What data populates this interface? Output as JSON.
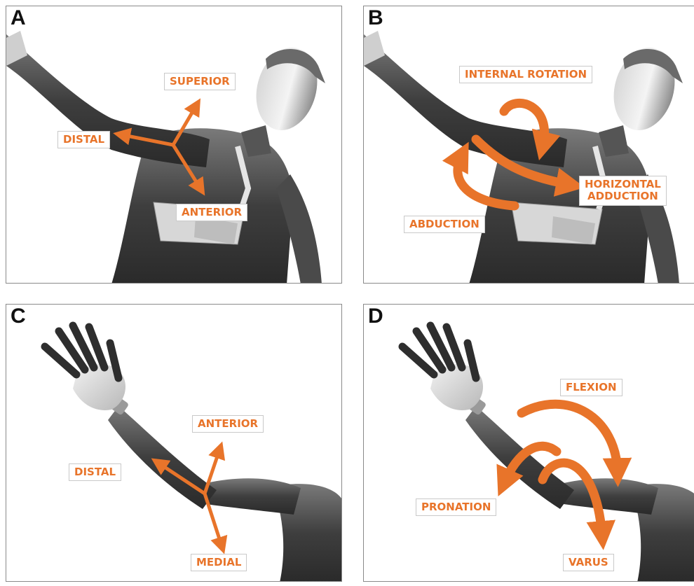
{
  "accent_color": "#e8742a",
  "panels": [
    {
      "letter": "A",
      "labels": {
        "superior": "SUPERIOR",
        "distal": "DISTAL",
        "anterior": "ANTERIOR"
      }
    },
    {
      "letter": "B",
      "labels": {
        "internal_rotation": "INTERNAL ROTATION",
        "horizontal_adduction_1": "HORIZONTAL",
        "horizontal_adduction_2": "ADDUCTION",
        "abduction": "ABDUCTION"
      }
    },
    {
      "letter": "C",
      "labels": {
        "anterior": "ANTERIOR",
        "distal": "DISTAL",
        "medial": "MEDIAL"
      }
    },
    {
      "letter": "D",
      "labels": {
        "flexion": "FLEXION",
        "pronation": "PRONATION",
        "varus": "VARUS"
      }
    }
  ]
}
